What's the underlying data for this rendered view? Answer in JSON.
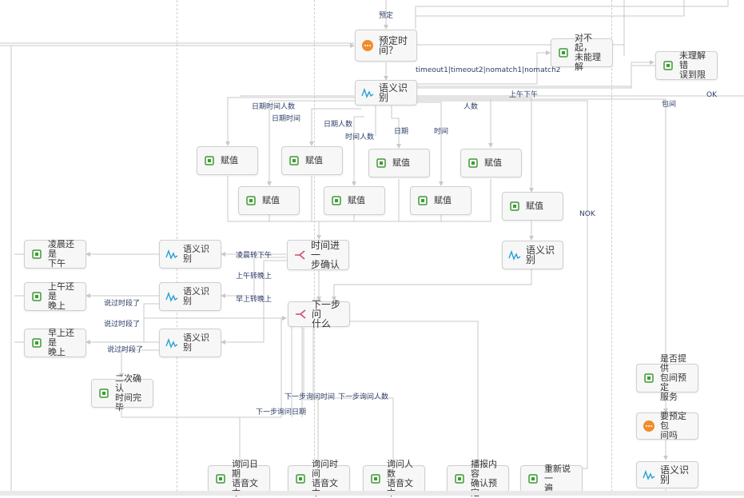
{
  "nodes": {
    "book_time": {
      "label": "预定时\n间？",
      "icon": "chat-bubble-icon"
    },
    "sorry": {
      "label": "对不起，\n未能理解",
      "icon": "chip-icon"
    },
    "not_understood": {
      "label": "未理解错\n误到限",
      "icon": "chip-icon"
    },
    "asr_main": {
      "label": "语义识别",
      "icon": "wave-icon"
    },
    "assign1": {
      "label": "赋值",
      "icon": "chip-icon"
    },
    "assign2": {
      "label": "赋值",
      "icon": "chip-icon"
    },
    "assign3": {
      "label": "赋值",
      "icon": "chip-icon"
    },
    "assign4": {
      "label": "赋值",
      "icon": "chip-icon"
    },
    "assign5": {
      "label": "赋值",
      "icon": "chip-icon"
    },
    "assign6": {
      "label": "赋值",
      "icon": "chip-icon"
    },
    "assign7": {
      "label": "赋值",
      "icon": "chip-icon"
    },
    "assign8": {
      "label": "赋值",
      "icon": "chip-icon"
    },
    "asr_right": {
      "label": "语义识别",
      "icon": "wave-icon"
    },
    "time_confirm": {
      "label": "时间进一\n步确认",
      "icon": "branch-icon"
    },
    "asr_l1": {
      "label": "语义识别",
      "icon": "wave-icon"
    },
    "asr_l2": {
      "label": "语义识别",
      "icon": "wave-icon"
    },
    "asr_l3": {
      "label": "语义识别",
      "icon": "wave-icon"
    },
    "q_dawn": {
      "label": "凌晨还是\n下午",
      "icon": "chip-icon"
    },
    "q_morning": {
      "label": "上午还是\n晚上",
      "icon": "chip-icon"
    },
    "q_early": {
      "label": "早上还是\n晚上",
      "icon": "chip-icon"
    },
    "confirm_done": {
      "label": "二次确认\n时间完毕",
      "icon": "chip-icon"
    },
    "next_ask": {
      "label": "下一步问\n什么",
      "icon": "branch-icon"
    },
    "ask_date": {
      "label": "询问日期\n语音文本",
      "icon": "chip-icon"
    },
    "ask_time": {
      "label": "询问时间\n语音文本",
      "icon": "chip-icon"
    },
    "ask_people": {
      "label": "询问人数\n语音文本",
      "icon": "chip-icon"
    },
    "report": {
      "label": "播报内容\n确认预定",
      "icon": "chip-icon"
    },
    "repeat": {
      "label": "重新说一\n遍",
      "icon": "chip-icon"
    },
    "room_service": {
      "label": "是否提供\n包间预定\n服务",
      "icon": "chip-icon"
    },
    "want_room": {
      "label": "要预定包\n间吗",
      "icon": "chat-bubble-icon"
    },
    "asr_room": {
      "label": "语义识别",
      "icon": "wave-icon"
    }
  },
  "edges": {
    "yuding": "预定",
    "timeout": "timeout1|timeout2|nomatch1|nomatch2",
    "date_time_people": "日期时间人数",
    "date_time": "日期时间",
    "date_people": "日期人数",
    "time_people": "时间人数",
    "date": "日期",
    "time": "时间",
    "people": "人数",
    "am_pm": "上午下午",
    "room": "包间",
    "ok": "OK",
    "nok": "NOK",
    "dawn_to_pm": "凌晨转下午",
    "am_to_eve": "上午转晚上",
    "early_to_eve": "早上转晚上",
    "said_time_1": "说过时段了",
    "said_time_2": "说过时段了",
    "said_time_3": "说过时段了",
    "next_date": "下一步询问日期",
    "next_time": "下一步询问时间",
    "next_people": "下一步询问人数"
  },
  "colors": {
    "line": "#c9c9c9",
    "chip": "#3f9c35",
    "wave": "#2aa0d8",
    "chat": "#f08c2a",
    "branch": "#d84a6a",
    "edge_text": "#2b3d66"
  }
}
